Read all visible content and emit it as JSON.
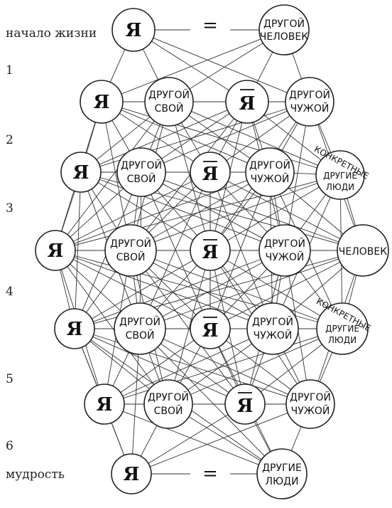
{
  "side_labels": {
    "start": "начало жизни",
    "levels": [
      "1",
      "2",
      "3",
      "4",
      "5",
      "6"
    ],
    "end": "мудрость"
  },
  "equals_sign": "=",
  "ya": "Я",
  "other_person": [
    "ДРУГОЙ",
    "ЧЕЛОВЕК"
  ],
  "other_own": [
    "ДРУГОЙ",
    "СВОЙ"
  ],
  "other_alien": [
    "ДРУГОЙ",
    "ЧУЖОЙ"
  ],
  "concrete_people": [
    "КОНКРЕТНЫЕ",
    "ДРУГИЕ",
    "ЛЮДИ"
  ],
  "person": "ЧЕЛОВЕК",
  "other_people": [
    "ДРУГИЕ",
    "ЛЮДИ"
  ]
}
